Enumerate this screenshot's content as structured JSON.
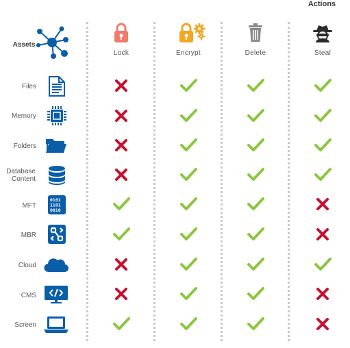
{
  "header": {
    "actions_title": "Actions",
    "assets_title": "Assets"
  },
  "actions": [
    {
      "label": "Lock",
      "icon": "lock-icon"
    },
    {
      "label": "Encrypt",
      "icon": "lock-gears-icon"
    },
    {
      "label": "Delete",
      "icon": "trash-icon"
    },
    {
      "label": "Steal",
      "icon": "thief-icon"
    }
  ],
  "assets": [
    {
      "label": "Files",
      "icon": "file-icon",
      "results": [
        "cross",
        "check",
        "check",
        "check"
      ]
    },
    {
      "label": "Memory",
      "icon": "chip-icon",
      "results": [
        "cross",
        "check",
        "check",
        "check"
      ]
    },
    {
      "label": "Folders",
      "icon": "folder-icon",
      "results": [
        "cross",
        "check",
        "check",
        "check"
      ]
    },
    {
      "label": "Database Content",
      "icon": "database-icon",
      "results": [
        "cross",
        "check",
        "check",
        "check"
      ]
    },
    {
      "label": "MFT",
      "icon": "binary-icon",
      "results": [
        "check",
        "check",
        "check",
        "cross"
      ]
    },
    {
      "label": "MBR",
      "icon": "mbr-icon",
      "results": [
        "check",
        "check",
        "check",
        "cross"
      ]
    },
    {
      "label": "Cloud",
      "icon": "cloud-icon",
      "results": [
        "cross",
        "check",
        "check",
        "check"
      ]
    },
    {
      "label": "CMS",
      "icon": "code-monitor-icon",
      "results": [
        "cross",
        "check",
        "check",
        "cross"
      ]
    },
    {
      "label": "Screen",
      "icon": "laptop-icon",
      "results": [
        "check",
        "check",
        "check",
        "cross"
      ]
    }
  ],
  "colors": {
    "check": "#8cc63f",
    "cross": "#c8102e",
    "asset_icon": "#0a5ea8",
    "lock": "#f27b6a",
    "encrypt": "#f5a623",
    "delete": "#8a8a8a",
    "steal": "#2b2b2b"
  }
}
